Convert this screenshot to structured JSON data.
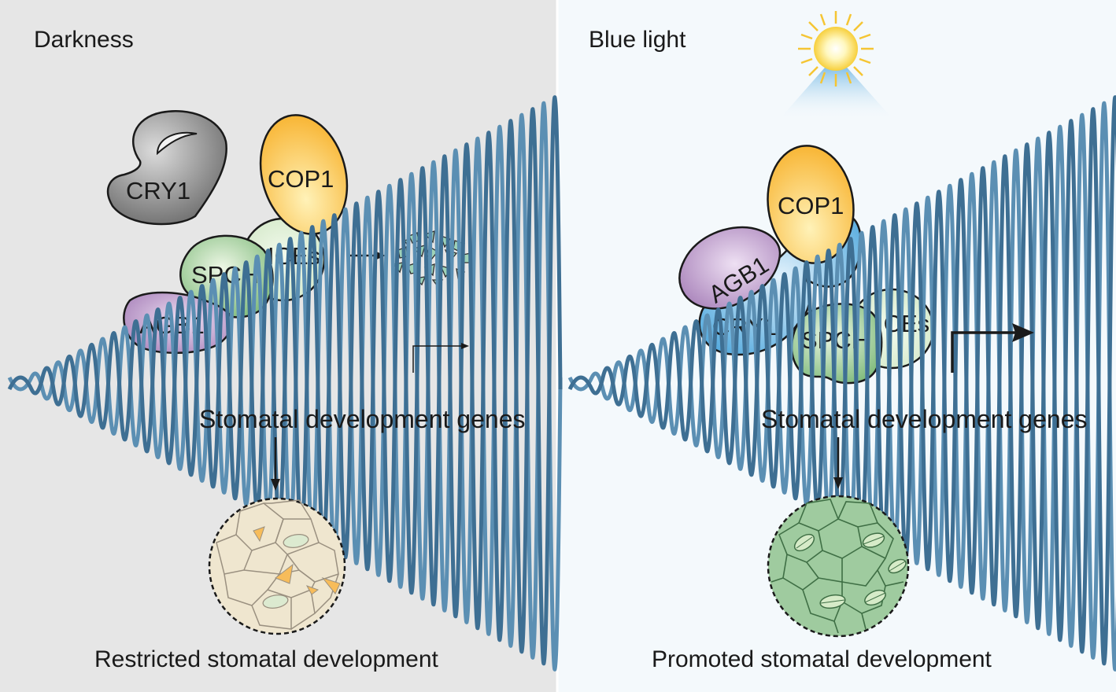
{
  "left_panel": {
    "title": "Darkness",
    "proteins": {
      "cry1": "CRY1",
      "cop1": "COP1",
      "spch": "SPCH",
      "ices": "ICEs",
      "agb1": "AGB1"
    },
    "genes_label": "Stomatal development genes",
    "outcome": "Restricted stomatal development"
  },
  "right_panel": {
    "title": "Blue light",
    "proteins": {
      "cop1": "COP1",
      "agb1": "AGB1",
      "cry1": "CRY1",
      "spch": "SPCH",
      "ices": "ICEs"
    },
    "genes_label": "Stomatal development genes",
    "outcome": "Promoted stomatal development"
  },
  "colors": {
    "left_background": "#e6e6e6",
    "right_background": "#f4f9fc",
    "cry1_dark": "#8c8c8c",
    "cop1": "#fbc248",
    "spch": "#8cc48a",
    "ices": "#dff0d8",
    "agb1": "#b98cc4",
    "cry1_blue": "#6fb6e6",
    "dna": "#5b8fb3",
    "leaf_restricted": "#efe6cf",
    "leaf_promoted": "#9fcb9f"
  }
}
